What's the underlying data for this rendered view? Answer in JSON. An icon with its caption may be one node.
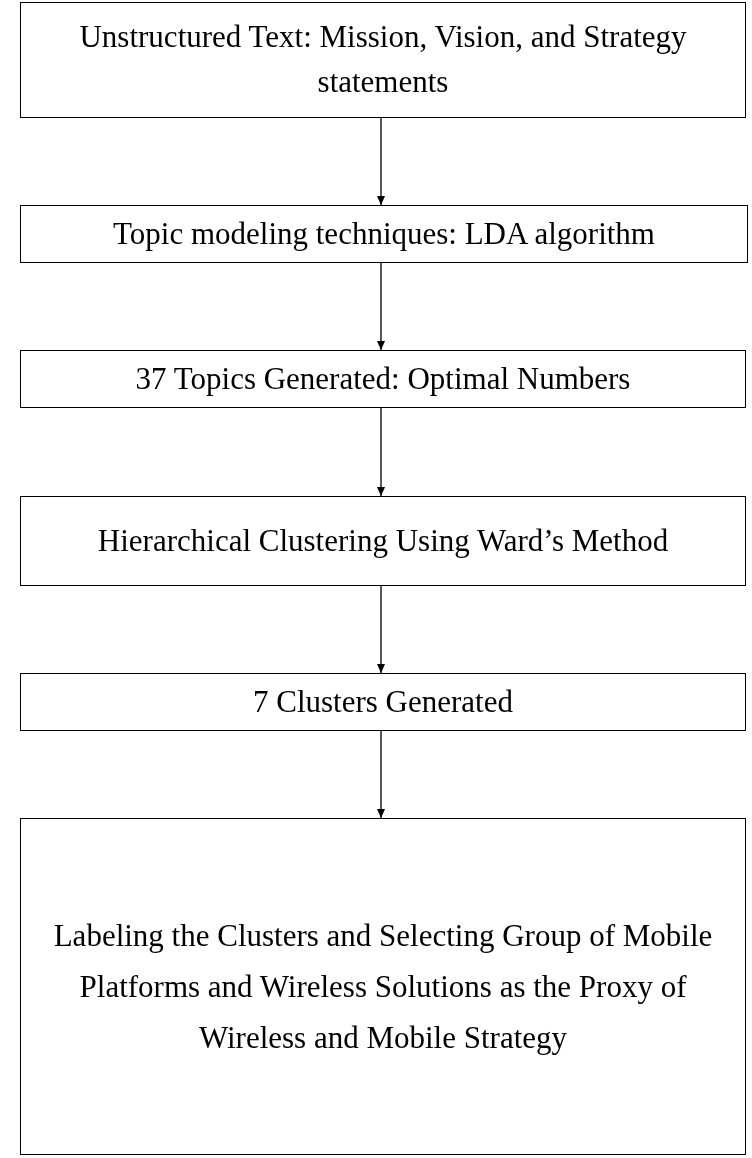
{
  "diagram": {
    "nodes": [
      {
        "text": [
          "Unstructured Text: Mission, Vision, and Strategy statements"
        ]
      },
      {
        "text": [
          "Topic modeling techniques: LDA algorithm"
        ]
      },
      {
        "text": [
          "37 Topics Generated: Optimal Numbers"
        ]
      },
      {
        "text": [
          "Hierarchical Clustering Using Ward’s Method"
        ]
      },
      {
        "text": [
          "7 Clusters Generated"
        ]
      },
      {
        "text": [
          "Labeling the Clusters and Selecting Group of Mobile Platforms and Wireless Solutions as the Proxy of Wireless and Mobile Strategy"
        ]
      }
    ],
    "edges": [
      {
        "from": 0,
        "to": 1,
        "arrow": "to"
      },
      {
        "from": 1,
        "to": 2,
        "arrow": "to"
      },
      {
        "from": 2,
        "to": 3,
        "arrow": "to"
      },
      {
        "from": 3,
        "to": 4,
        "arrow": "to"
      },
      {
        "from": 4,
        "to": 5,
        "arrow": "to"
      }
    ]
  }
}
